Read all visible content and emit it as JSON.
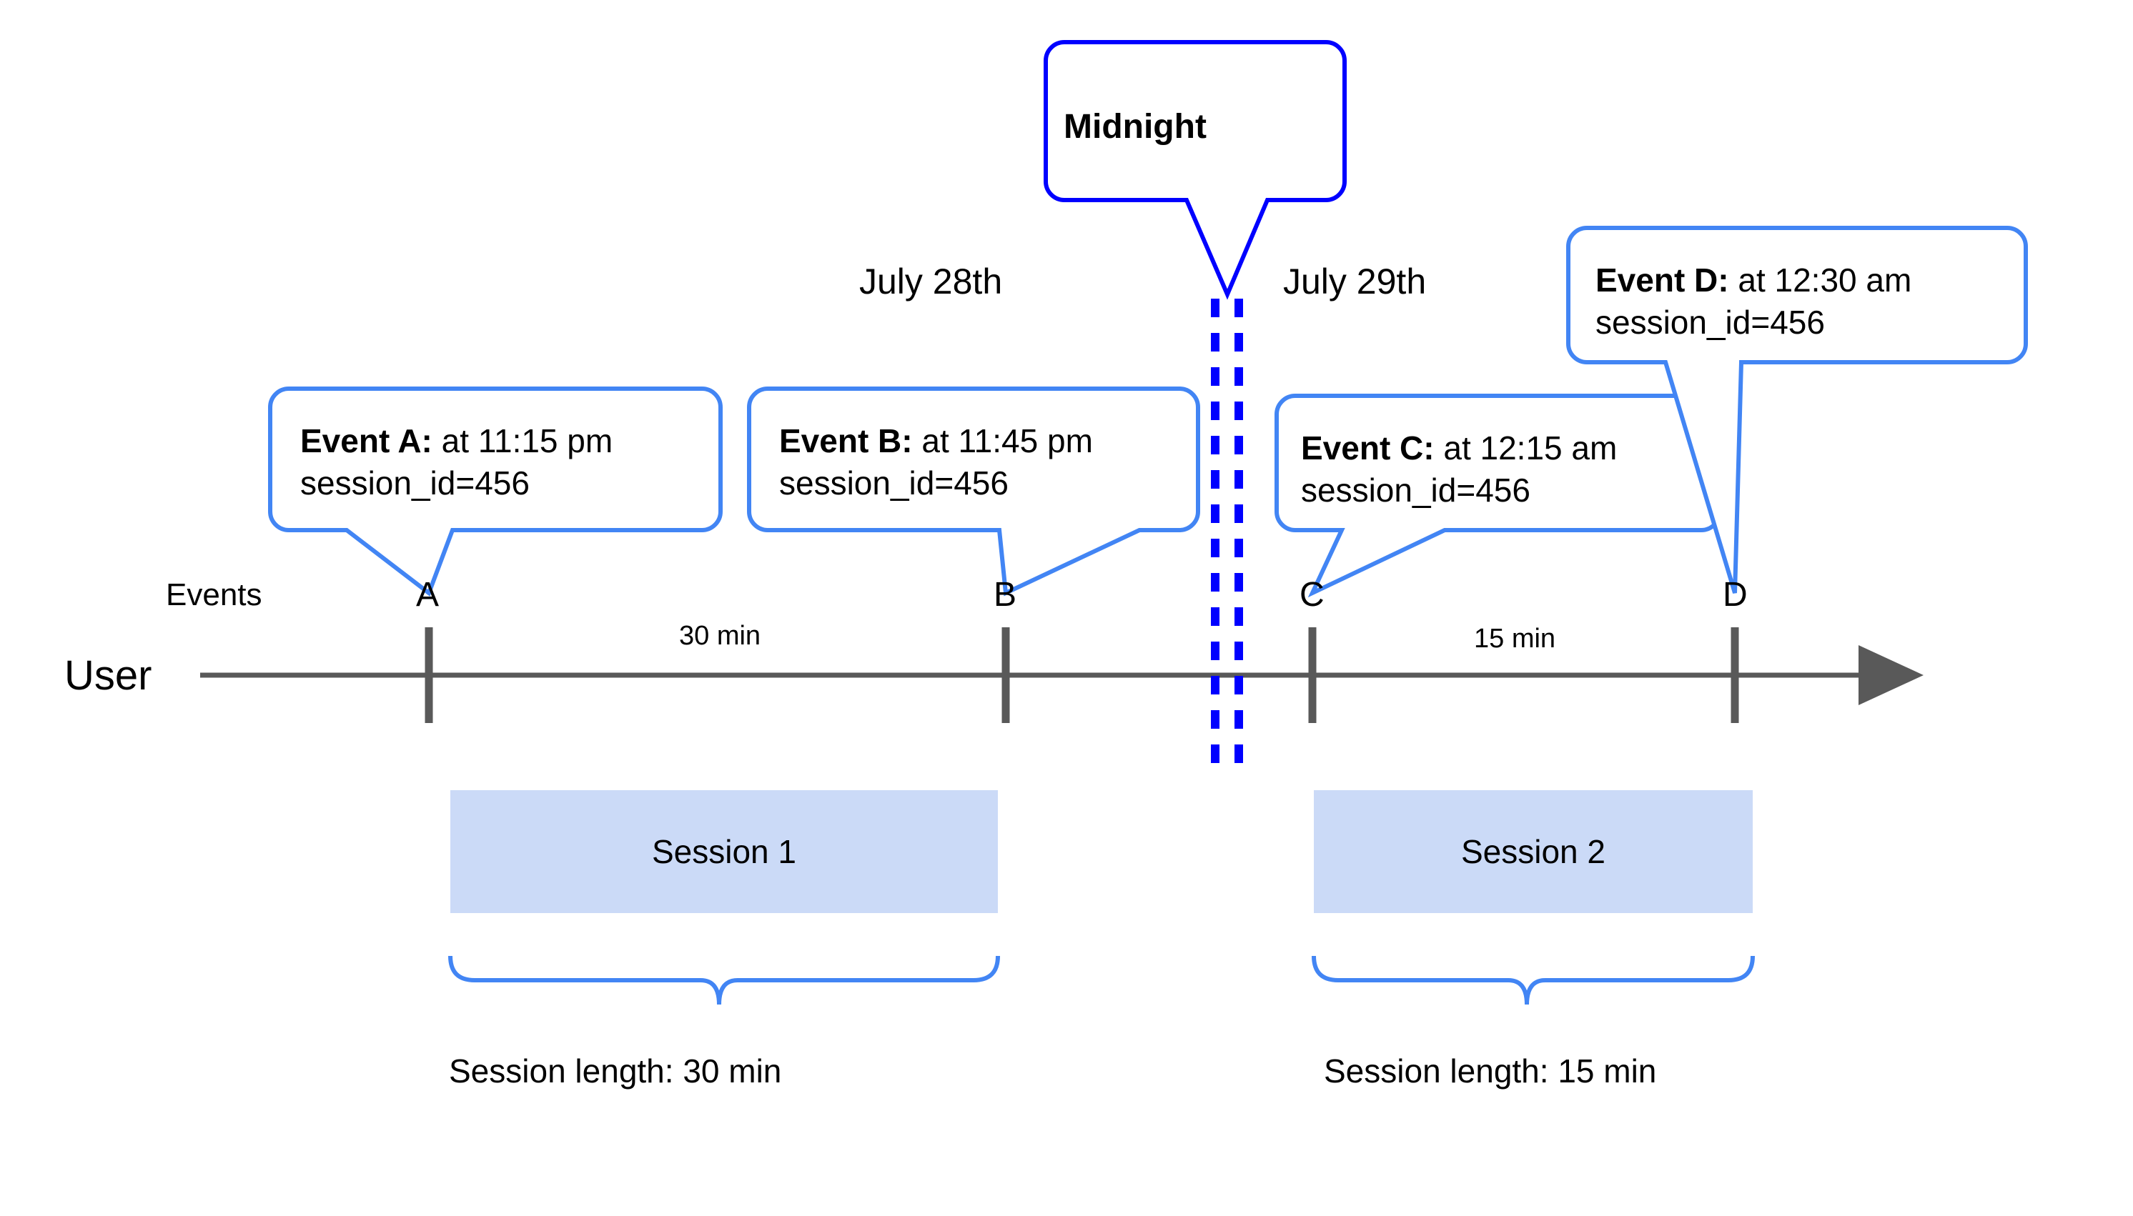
{
  "diagram": {
    "title_note": "Session splitting across midnight timeline",
    "colors": {
      "callout_border": "#4285f4",
      "midnight_border": "#0000ff",
      "midnight_dash": "#0000ff",
      "axis": "#595959",
      "session_fill": "#cbdaf7",
      "brace": "#4285f4",
      "text": "#000000"
    }
  },
  "lanes": {
    "user_label": "User",
    "events_label": "Events"
  },
  "dates": [
    {
      "label": "July 28th"
    },
    {
      "label": "July 29th"
    }
  ],
  "midnight": {
    "label": "Midnight"
  },
  "events": [
    {
      "marker": "A",
      "title": "Event A:",
      "time": " at 11:15 pm",
      "session_id": "session_id=456"
    },
    {
      "marker": "B",
      "title": "Event B:",
      "time": " at 11:45 pm",
      "session_id": "session_id=456"
    },
    {
      "marker": "C",
      "title": "Event C:",
      "time": " at 12:15 am",
      "session_id": "session_id=456"
    },
    {
      "marker": "D",
      "title": "Event D:",
      "time": " at 12:30 am",
      "session_id": "session_id=456"
    }
  ],
  "durations": [
    {
      "label": "30 min"
    },
    {
      "label": "15 min"
    }
  ],
  "sessions": [
    {
      "label": "Session 1",
      "length_caption": "Session length: 30 min"
    },
    {
      "label": "Session 2",
      "length_caption": "Session length: 15 min"
    }
  ]
}
